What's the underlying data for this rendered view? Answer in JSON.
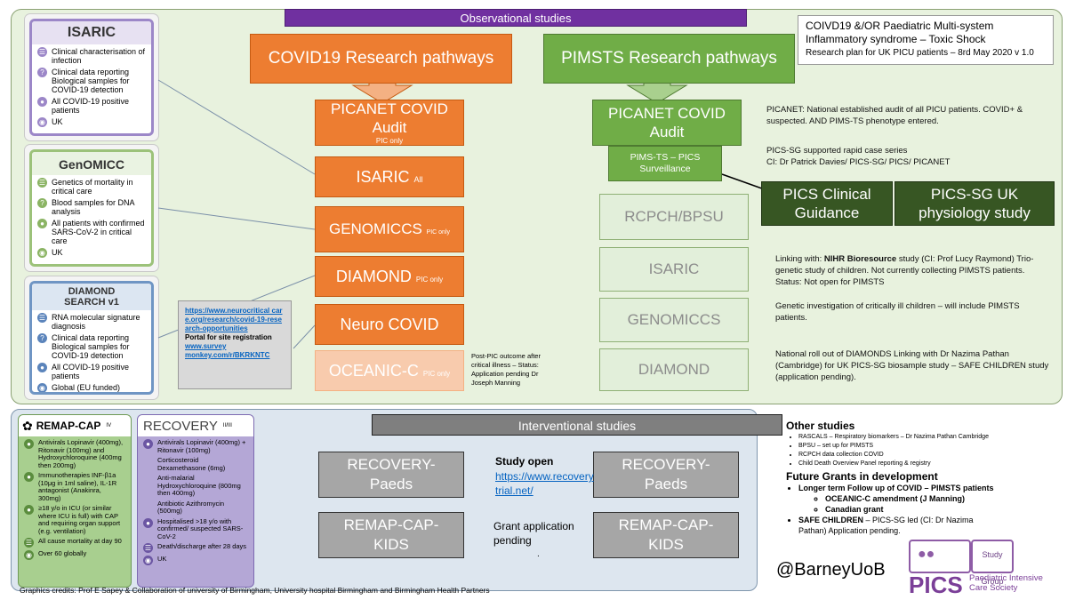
{
  "top_banner": "Observational studies",
  "title_box": {
    "line1": "COIVD19 &/OR Paediatric Multi-system",
    "line2": "Inflammatory syndrome – Toxic Shock",
    "line3": "Research plan for UK PICU patients – 8rd May 2020 v 1.0"
  },
  "isaric_card": {
    "title": "ISARIC",
    "rows": [
      "Clinical characterisation of infection",
      "Clinical data reporting Biological samples for COVID-19 detection",
      "All COVID-19 positive patients",
      "UK"
    ]
  },
  "genomicc_card": {
    "title": "GenOMICC",
    "rows": [
      "Genetics of mortality in critical care",
      "Blood samples for DNA analysis",
      "All patients with confirmed SARS-CoV-2 in critical care",
      "UK"
    ]
  },
  "diamond_card": {
    "title": "DIAMOND SEARCH v1",
    "rows": [
      "RNA molecular signature diagnosis",
      "Clinical data reporting Biological samples for COVID-19 detection",
      "All COVID-19 positive patients",
      "Global (EU funded)"
    ]
  },
  "covid_col": {
    "header": "COVID19 Research pathways",
    "picanet_main": "PICANET COVID Audit",
    "picanet_sub": "PIC only",
    "isaric_main": "ISARIC",
    "isaric_sub": "All",
    "genomiccs_main": "GENOMICCS",
    "genomiccs_sub": "PIC only",
    "diamond_main": "DIAMOND",
    "diamond_sub": "PIC only",
    "neuro": "Neuro COVID",
    "oceanic_main": "OCEANIC-C",
    "oceanic_sub": "PIC only"
  },
  "neuro_link": {
    "url": "https://www.neurocritical care.org/research/covid-19-research-opportunities",
    "text": "Portal for site registration",
    "survey": "www.survey monkey.com/r/BKRKNTC"
  },
  "oceanic_note": "Post-PIC outcome after critical illness – Status: Application pending Dr Joseph Manning",
  "pimsts_col": {
    "header": "PIMSTS Research pathways",
    "picanet": "PICANET COVID Audit",
    "surveillance": "PIMS-TS – PICS Surveillance",
    "rcpch": "RCPCH/BPSU",
    "isaric": "ISARIC",
    "genomiccs": "GENOMICCS",
    "diamond": "DIAMOND"
  },
  "pics_boxes": {
    "guidance": "PICS Clinical Guidance",
    "physiology": "PICS-SG UK physiology study"
  },
  "right_notes": {
    "picanet": "PICANET: National established audit of all PICU patients. COVID+ & suspected. AND PIMS-TS phenotype entered.",
    "case_series": "PICS-SG supported rapid case series",
    "ci": "CI: Dr Patrick Davies/ PICS-SG/ PICS/ PICANET",
    "nihr_prefix": "Linking with: ",
    "nihr_bold": "NIHR Bioresource",
    "nihr_rest": " study (CI: Prof Lucy Raymond) Trio-genetic study of children. Not currently collecting PIMSTS patients. Status: Not open for PIMSTS",
    "genetic": "Genetic investigation of critically ill children – will include PIMSTS patients.",
    "diamonds": "National roll out of DIAMONDS Linking with Dr Nazima Pathan (Cambridge) for UK PICS-SG biosample study – SAFE CHILDREN study (application pending)."
  },
  "interventional_banner": "Interventional studies",
  "remap_card": {
    "title": "REMAP-CAP",
    "tag": "IV",
    "rows": [
      "Antivirals Lopinavir (400mg), Ritonavir (100mg) and Hydroxychloroquine (400mg then 200mg)",
      "Immunotherapies INF-β1a (10μg in 1ml saline), IL-1R antagonist (Anakinra, 300mg)",
      "≥18 y/o in ICU (or similar where ICU is full) with CAP and requiring organ support (e.g. ventilation)",
      "All cause mortality at day 90",
      "Over 60 globally"
    ]
  },
  "recovery_card": {
    "title": "RECOVERY",
    "tag": "II/III",
    "rows": [
      "Antivirals Lopinavir (400mg) + Ritonavir (100mg)",
      "Corticosteroid Dexamethasone (6mg)",
      "Anti-malarial Hydroxychloroquine (800mg then 400mg)",
      "Antibiotic Azithromycin (500mg)",
      "Hospitalised >18 y/o with confirmed/ suspected SARS-CoV-2",
      "Death/discharge after 28 days",
      "UK"
    ]
  },
  "trials": {
    "recovery_left": "RECOVERY-Paeds",
    "recovery_right": "RECOVERY-Paeds",
    "remap_left": "REMAP-CAP-KIDS",
    "remap_right": "REMAP-CAP-KIDS",
    "study_open": "Study open",
    "study_url": "https://www.recoverytrial.net/",
    "grant": "Grant application pending",
    "dot": "."
  },
  "other_studies": {
    "title": "Other studies",
    "items": [
      "RASCALS – Respiratory biomarkers – Dr Nazima Pathan Cambridge",
      "BPSU – set up for PIMSTS",
      "RCPCH data collection COVID",
      "Child Death Overview Panel reporting & registry"
    ],
    "future_title": "Future Grants in development",
    "future1": "Longer term Follow up of COVID – PIMSTS patients",
    "future1a": "OCEANIC-C amendment (J Manning)",
    "future1b": "Canadian grant",
    "future2_bold": "SAFE CHILDREN",
    "future2_rest": " – PICS-SG led (CI: Dr Nazima Pathan) Application pending."
  },
  "handle": "@BarneyUoB",
  "logo": {
    "pics": "PICS",
    "study_group": "Study Group",
    "society": "Paediatric Intensive Care Society"
  },
  "credits": "Graphics credits: Prof E Sapey & Collaboration of university of Birmingham, University hospital Birmingham and Birmingham Health Partners",
  "colors": {
    "orange": "#ed7d31",
    "green": "#70ad47",
    "dark_green": "#375623",
    "purple": "#7030a0",
    "grey": "#a6a6a6"
  }
}
